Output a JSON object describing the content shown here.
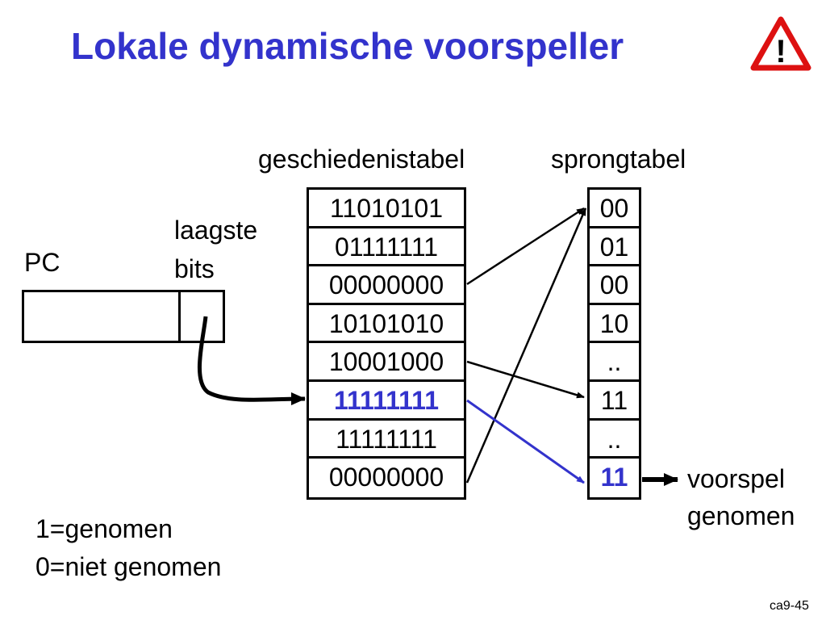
{
  "title": "Lokale dynamische voorspeller",
  "labels": {
    "history_table": "geschiedenistabel",
    "prediction_table": "sprongtabel",
    "pc": "PC",
    "low_bits": [
      "laagste",
      "bits"
    ],
    "prediction": [
      "voorspel",
      "genomen"
    ],
    "legend": [
      "1=genomen",
      "0=niet genomen"
    ]
  },
  "history_rows": [
    "11010101",
    "01111111",
    "00000000",
    "10101010",
    "10001000",
    "11111111",
    "11111111",
    "00000000"
  ],
  "prediction_rows": [
    "00",
    "01",
    "00",
    "10",
    "..",
    "11",
    "..",
    "11"
  ],
  "highlight_color": "#3333cc",
  "icon": "warning-triangle-icon",
  "footer": "ca9-45"
}
